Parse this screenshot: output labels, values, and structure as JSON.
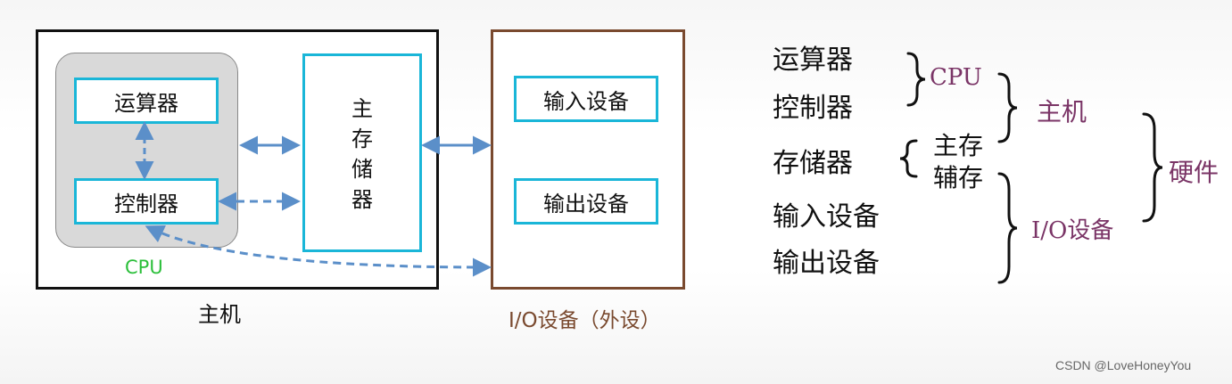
{
  "left": {
    "host_caption": "主机",
    "cpu_caption": "CPU",
    "alu": "运算器",
    "control": "控制器",
    "memory_chars": [
      "主",
      "存",
      "储",
      "器"
    ],
    "io_input": "输入设备",
    "io_output": "输出设备",
    "io_caption": "I/O设备（外设）"
  },
  "right": {
    "alu": "运算器",
    "control": "控制器",
    "storage": "存储器",
    "main_mem": "主存",
    "aux_mem": "辅存",
    "input": "输入设备",
    "output": "输出设备",
    "cpu": "CPU",
    "host": "主机",
    "io": "I/O设备",
    "hardware": "硬件"
  },
  "watermark": "CSDN @LoveHoneyYou",
  "colors": {
    "arrow": "#5b8fc9",
    "box_border": "#1ab6d8",
    "io_border": "#7a4a2f",
    "cpu_label": "#2bbf3a",
    "purple_text": "#7a3466"
  }
}
